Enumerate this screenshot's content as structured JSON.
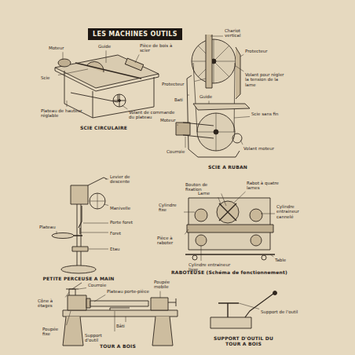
{
  "diagram": {
    "title": "LES MACHINES OUTILS",
    "labels": [
      "Moteur",
      "Guide",
      "Pièce de bois à scier",
      "Scie",
      "Plateau de hauteur réglable",
      "Volant de commande du plateau",
      "SCIE CIRCULAIRE",
      "Chariot vertical",
      "Protecteur",
      "Protecteur",
      "Volant pour régler la tension de la lame",
      "Bati",
      "Guide",
      "Scie sans fin",
      "Moteur",
      "Courroie",
      "Volant moteur",
      "SCIE A RUBAN",
      "Levier de descente",
      "Manivelle",
      "Plateau",
      "Porte foret",
      "Foret",
      "Etau",
      "PETITE PERCEUSE A MAIN",
      "Bouton de fixation",
      "Lame",
      "Rabot à quatre lames",
      "Cylindre fixe",
      "Cylindre entraineur cannelé",
      "Pièce à raboter",
      "Cylindre entraineur lisse",
      "Table",
      "RABOTEUSE (Schéma de fonctionnement)",
      "Courroie",
      "Plateau porte-pièce",
      "Poupée mobile",
      "Cône à étages",
      "Poupée fixe",
      "Support d'outil",
      "Bâti",
      "TOUR A BOIS",
      "Support de l'outil",
      "SUPPORT D'OUTIL DU TOUR A BOIS"
    ]
  }
}
